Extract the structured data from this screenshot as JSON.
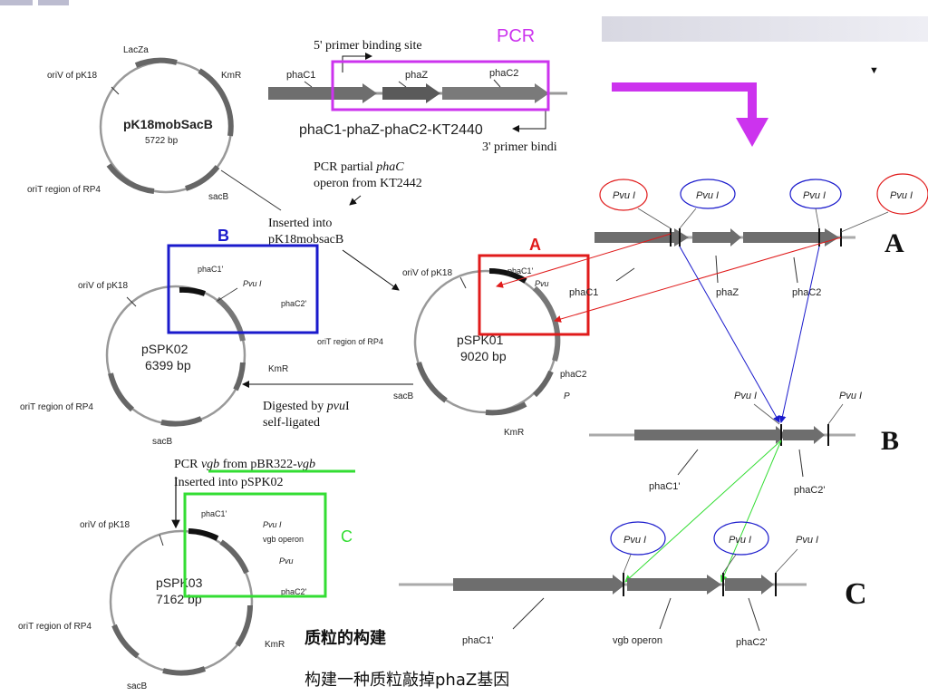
{
  "caption": {
    "title": "质粒的构建",
    "subtitle": "构建一种质粒敲掉phaZ基因"
  },
  "box_labels": {
    "pcr": "PCR",
    "a": "A",
    "b": "B",
    "c": "C"
  },
  "gene_row": {
    "primer5": "5' primer binding site",
    "primer3": "3' primer bindi",
    "genes": [
      "phaC1",
      "phaZ",
      "phaC2"
    ],
    "construct": "phaC1-phaZ-phaC2-KT2440"
  },
  "steps": {
    "pcr1": "PCR partial",
    "pcr1_gene": "phaC",
    "pcr1b": "operon from KT2442",
    "insert1": "Inserted into",
    "insert1b": "pK18mobsacB",
    "digest": "Digested by",
    "digest_enz": "pvu",
    "digest_tail": "I",
    "selflig": "self-ligated",
    "pcr2_a": "PCR",
    "pcr2_gene": "vgb",
    "pcr2_b": "from pBR322-",
    "pcr2_c": "vgb",
    "insert2": "Inserted into pSPK02"
  },
  "plasmids": {
    "pk18": {
      "name": "pK18mobSacB",
      "size": "5722 bp",
      "lacza": "LacZa",
      "oriv": "oriV of pK18",
      "kmr": "KmR",
      "orit": "oriT region of RP4",
      "sacb": "sacB"
    },
    "pspk01": {
      "name": "pSPK01",
      "size": "9020 bp",
      "oriv": "oriV of pK18",
      "phac1": "phaC1'",
      "pvu": "Pvu",
      "orit": "oriT region of RP4",
      "phac2": "phaC2",
      "p": "P",
      "sacb": "sacB",
      "kmr": "KmR"
    },
    "pspk02": {
      "name": "pSPK02",
      "size": "6399 bp",
      "oriv": "oriV of pK18",
      "phac1": "phaC1'",
      "pvu": "Pvu I",
      "phac2": "phaC2'",
      "orit": "oriT region of RP4",
      "kmr": "KmR",
      "sacb": "sacB"
    },
    "pspk03": {
      "name": "pSPK03",
      "size": "7162 bp",
      "oriv": "oriV of pK18",
      "phac1": "phaC1'",
      "pvu": "Pvu I",
      "vgb": "vgb operon",
      "pvu2": "Pvu",
      "phac2": "phaC2'",
      "orit": "oriT region of RP4",
      "kmr": "KmR",
      "sacb": "sacB"
    }
  },
  "maps": {
    "pvu": "Pvu I",
    "a": {
      "letter": "A",
      "genes": [
        "phaC1",
        "phaZ",
        "phaC2"
      ]
    },
    "b": {
      "letter": "B",
      "genes": [
        "phaC1'",
        "phaC2'"
      ]
    },
    "c": {
      "letter": "C",
      "genes": [
        "phaC1'",
        "vgb operon",
        "phaC2'"
      ]
    }
  },
  "colors": {
    "pcr_box": "#cc33ee",
    "box_a": "#e01a1a",
    "box_b": "#1a1acc",
    "box_c": "#33dd33",
    "gene_gray": "#6e6e6e"
  }
}
